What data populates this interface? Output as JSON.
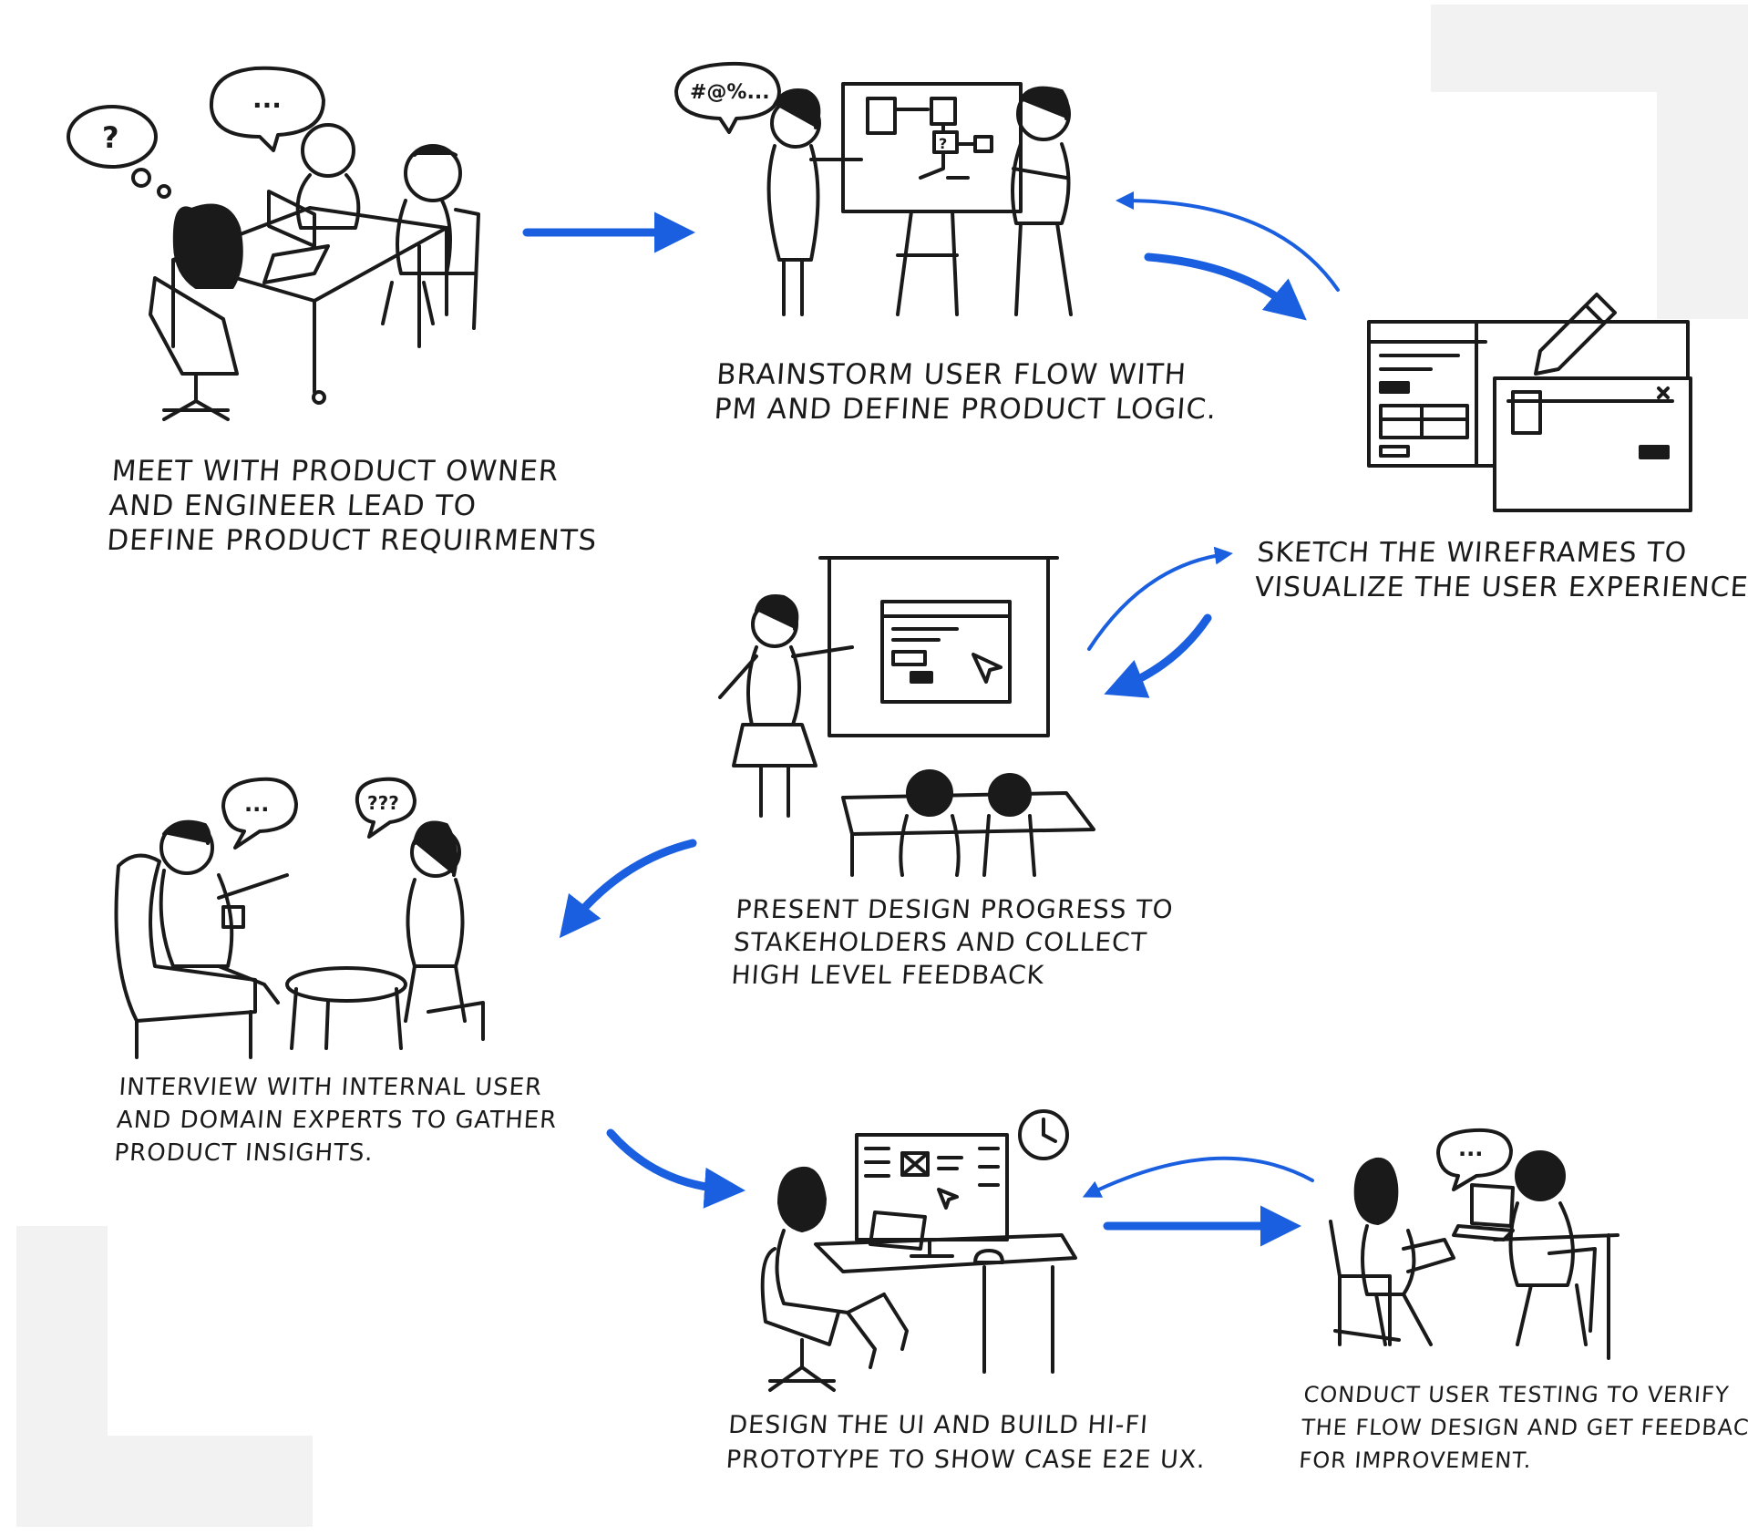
{
  "steps": [
    {
      "id": "meet",
      "lines": [
        "MEET WITH PRODUCT OWNER",
        "AND ENGINEER LEAD TO",
        "DEFINE PRODUCT REQUIRMENTS"
      ]
    },
    {
      "id": "brainstorm",
      "lines": [
        "BRAINSTORM USER FLOW WITH",
        "PM AND DEFINE PRODUCT LOGIC."
      ]
    },
    {
      "id": "sketch",
      "lines": [
        "SKETCH THE WIREFRAMES TO",
        "VISUALIZE THE USER EXPERIENCE"
      ]
    },
    {
      "id": "present",
      "lines": [
        "PRESENT DESIGN PROGRESS TO",
        "STAKEHOLDERS AND COLLECT",
        "HIGH LEVEL FEEDBACK"
      ]
    },
    {
      "id": "interview",
      "lines": [
        "INTERVIEW WITH INTERNAL USER",
        "AND DOMAIN EXPERTS TO GATHER",
        "PRODUCT INSIGHTS."
      ]
    },
    {
      "id": "design",
      "lines": [
        "DESIGN THE UI AND BUILD HI-FI",
        "PROTOTYPE TO SHOW CASE E2E UX."
      ]
    },
    {
      "id": "test",
      "lines": [
        "CONDUCT USER TESTING TO VERIFY",
        "THE FLOW DESIGN AND GET FEEDBACK",
        "FOR IMPROVEMENT."
      ]
    }
  ],
  "bubbles": {
    "meet_question": "?",
    "meet_talk": "...",
    "brainstorm_curse": "#@%...",
    "brainstorm_board_q": "?",
    "interview_talk": "...",
    "interview_question": "???",
    "testing_talk": "..."
  },
  "colors": {
    "arrow": "#1a5fe0",
    "ink": "#1a1a1a",
    "deco": "#f2f2f2"
  }
}
